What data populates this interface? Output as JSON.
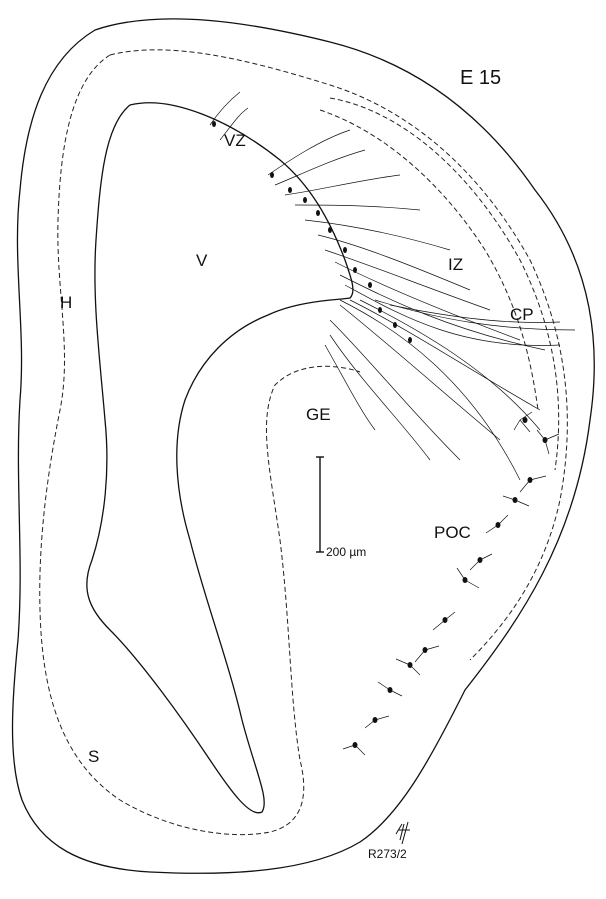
{
  "figure": {
    "stage_label": "E 15",
    "region_labels": {
      "vz": "VZ",
      "v": "V",
      "iz": "IZ",
      "h": "H",
      "cp": "CP",
      "ge": "GE",
      "poc": "POC",
      "s": "S"
    },
    "scale_bar_label": "200 µm",
    "specimen_id": "R273/2",
    "colors": {
      "ink": "#111111",
      "background": "#ffffff"
    }
  }
}
